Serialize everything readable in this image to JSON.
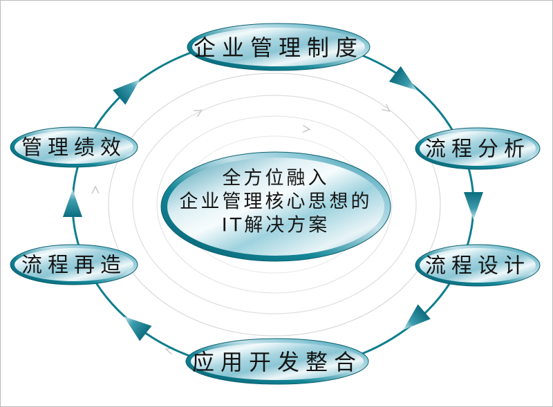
{
  "diagram": {
    "type": "circular-process-cycle",
    "flow_direction": "clockwise",
    "center": {
      "line1": "全方位融入",
      "line2": "企业管理核心思想的",
      "line3": "IT解决方案"
    },
    "nodes": [
      {
        "position": "top",
        "label": "企业管理制度"
      },
      {
        "position": "right-top",
        "label": "流程分析"
      },
      {
        "position": "right-bottom",
        "label": "流程设计"
      },
      {
        "position": "bottom",
        "label": "应用开发整合"
      },
      {
        "position": "left-bottom",
        "label": "流程再造"
      },
      {
        "position": "left-top",
        "label": "管理绩效"
      }
    ],
    "colors": {
      "ring_line": "#0f7e8d",
      "rim_dark": "#0a6b7c",
      "ellipse_highlight": "#f2fafb",
      "ellipse_mid_blue": "#8cc6d6",
      "faint_orbit": "#dadada",
      "text": "#141414",
      "background": "#ffffff",
      "frame_border": "#b9b9b9"
    }
  }
}
